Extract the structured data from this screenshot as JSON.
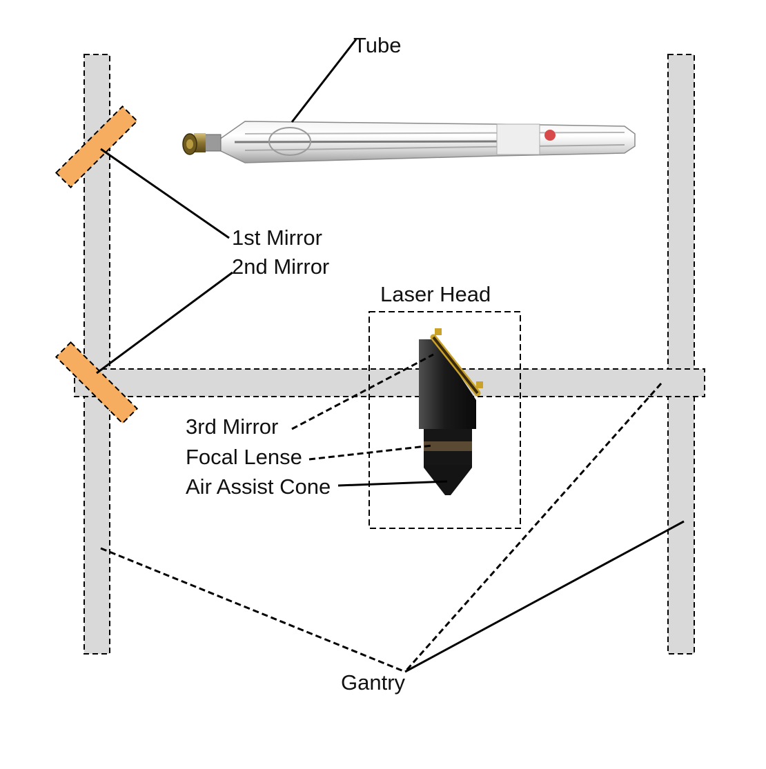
{
  "labels": {
    "tube": "Tube",
    "mirror1": "1st Mirror",
    "mirror2": "2nd Mirror",
    "laser_head": "Laser Head",
    "mirror3": "3rd Mirror",
    "focal_lens": "Focal Lense",
    "cone": "Air Assist Cone",
    "gantry": "Gantry"
  },
  "colors": {
    "rail_fill": "#d9d9d9",
    "mirror_fill": "#f7ad5f",
    "head_body": "#1e1e1e",
    "lens_band": "#5a4a34",
    "mirror_gold": "#c9a227",
    "line": "#000000"
  }
}
